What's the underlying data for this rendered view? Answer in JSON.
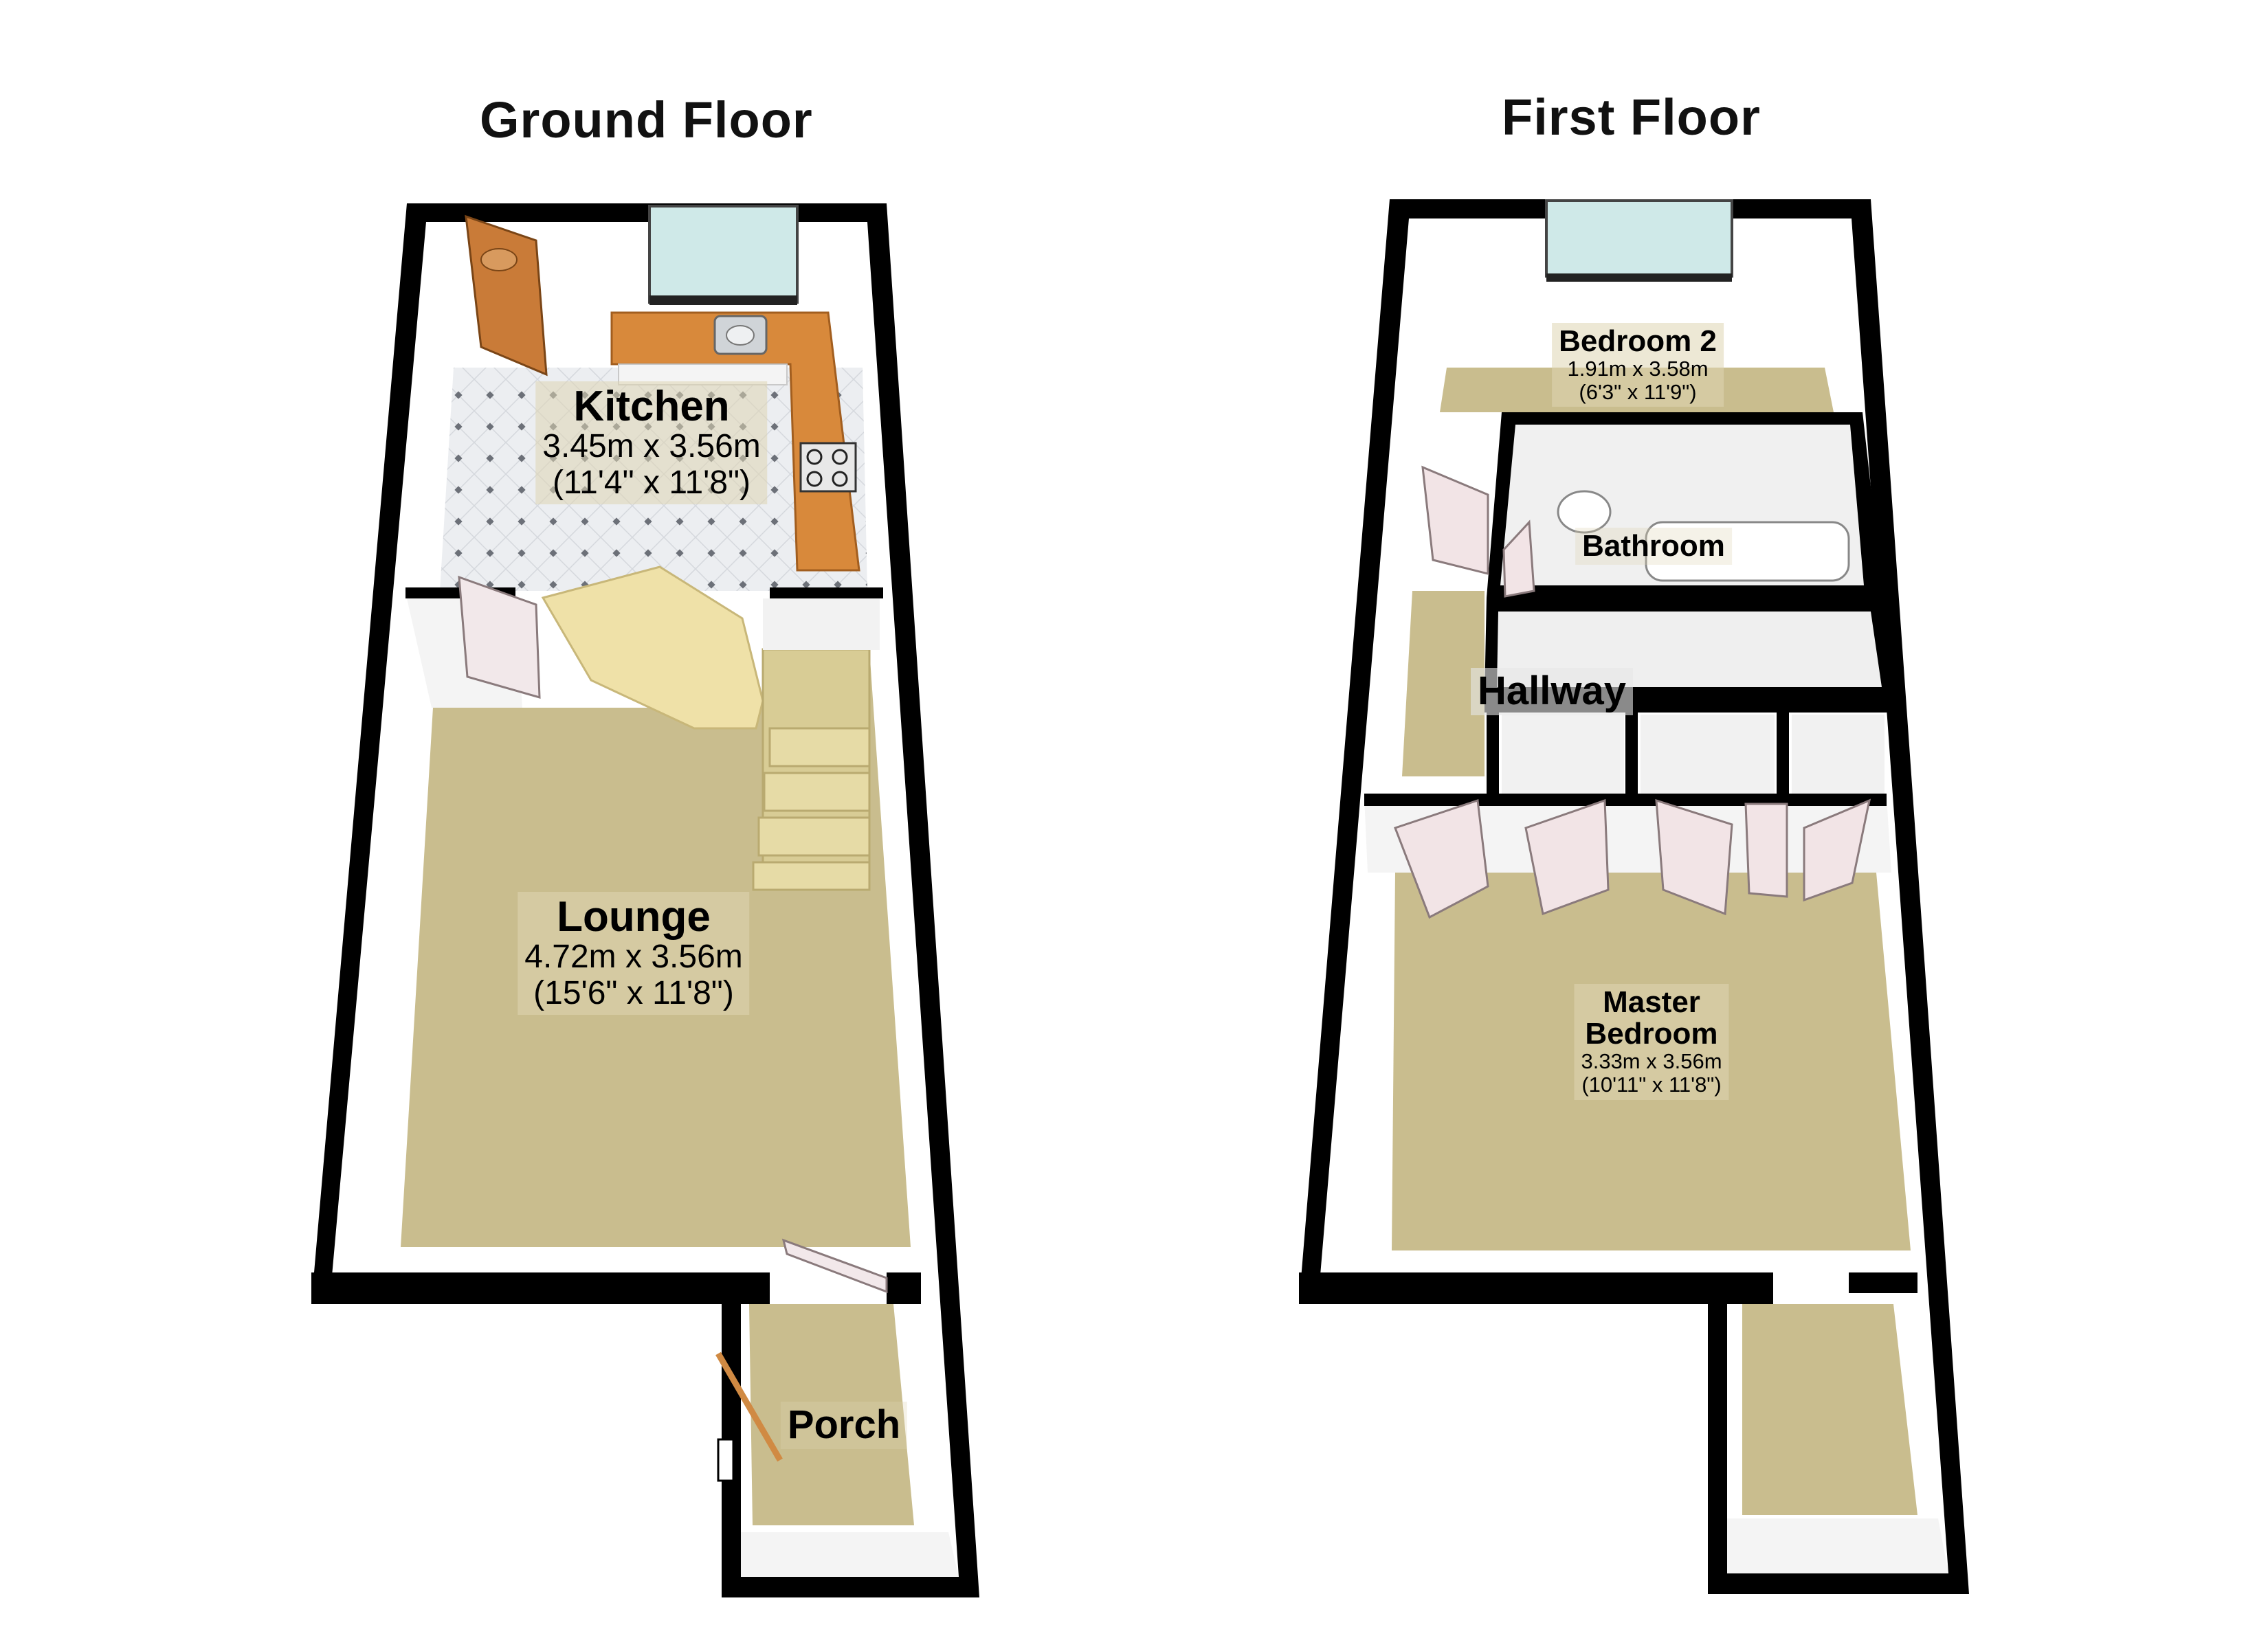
{
  "floors": [
    {
      "title": "Ground Floor",
      "rooms": [
        {
          "name": "Kitchen",
          "metric": "3.45m x 3.56m",
          "imperial": "(11'4\" x 11'8\")"
        },
        {
          "name": "Lounge",
          "metric": "4.72m x 3.56m",
          "imperial": "(15'6\" x 11'8\")"
        },
        {
          "name": "Porch"
        }
      ]
    },
    {
      "title": "First Floor",
      "rooms": [
        {
          "name": "Bedroom 2",
          "metric": "1.91m x 3.58m",
          "imperial": "(6'3\" x 11'9\")"
        },
        {
          "name": "Bathroom"
        },
        {
          "name": "Hallway"
        },
        {
          "name": "Master Bedroom",
          "name_line1": "Master",
          "name_line2": "Bedroom",
          "metric": "3.33m x 3.56m",
          "imperial": "(10'11\" x 11'8\")"
        }
      ]
    }
  ],
  "colors": {
    "wall": "#000000",
    "carpet": "#c9bd8e",
    "tile_floor": "#e9ebee",
    "worktop": "#d8893b",
    "wall_face": "#ffffff",
    "window_glass": "#cfe9e8",
    "door_wood": "#c97b38",
    "door_white": "#f2e4e6"
  }
}
